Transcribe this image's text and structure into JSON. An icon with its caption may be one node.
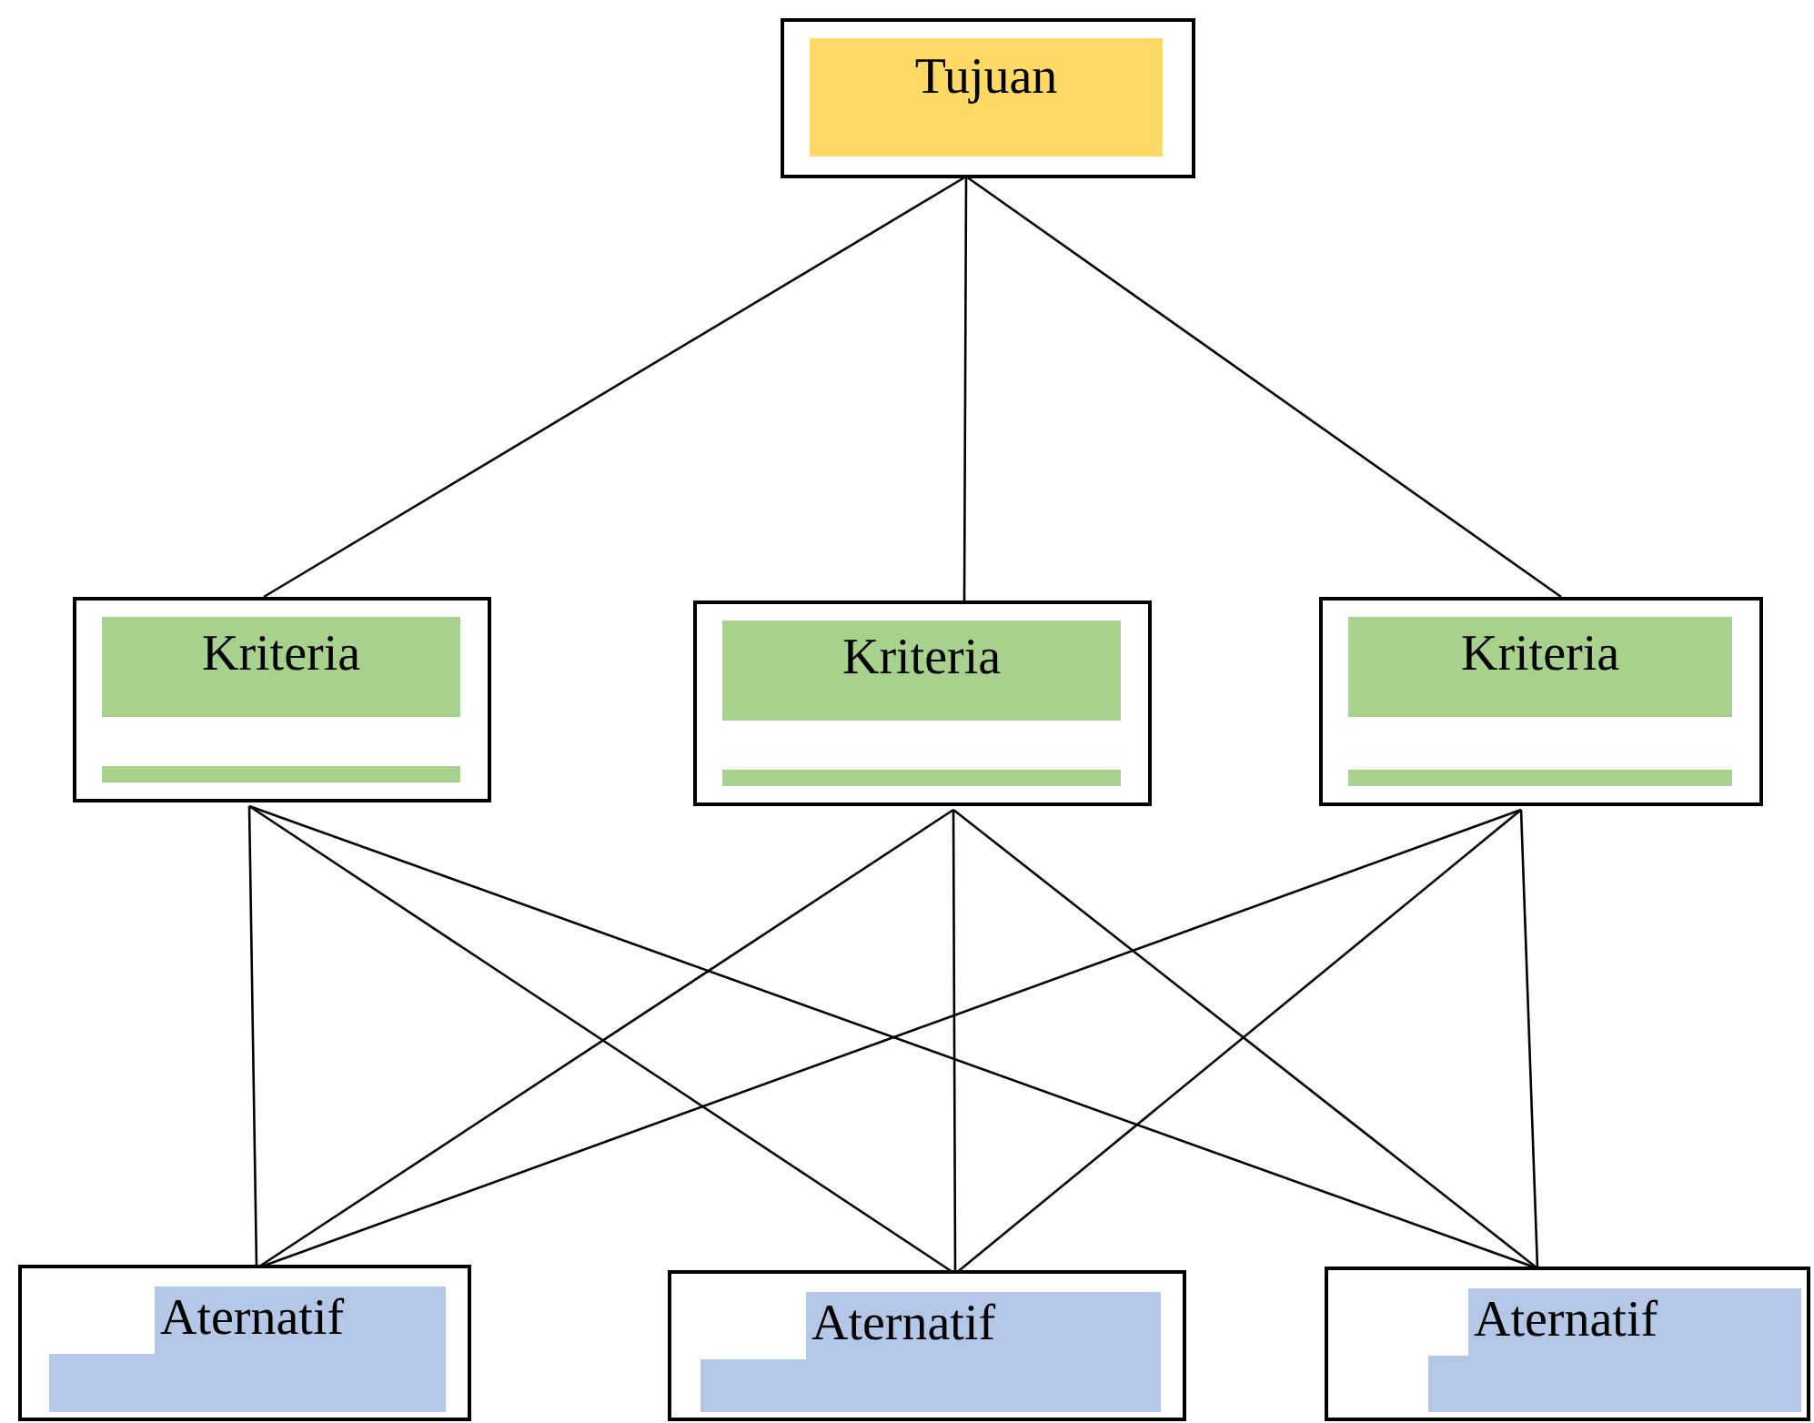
{
  "diagram": {
    "nodes": [
      {
        "text": [
          "Tujuan"
        ]
      },
      {
        "text": [
          "Kriteria"
        ]
      },
      {
        "text": [
          "Kriteria"
        ]
      },
      {
        "text": [
          "Kriteria"
        ]
      },
      {
        "text": [
          "Aternatif"
        ]
      },
      {
        "text": [
          "Aternatif"
        ]
      },
      {
        "text": [
          "Aternatif"
        ]
      }
    ],
    "edges": [
      {
        "from": 0,
        "to": 1,
        "arrow": "none"
      },
      {
        "from": 0,
        "to": 2,
        "arrow": "none"
      },
      {
        "from": 0,
        "to": 3,
        "arrow": "none"
      },
      {
        "from": 1,
        "to": 4,
        "arrow": "none"
      },
      {
        "from": 1,
        "to": 5,
        "arrow": "none"
      },
      {
        "from": 1,
        "to": 6,
        "arrow": "none"
      },
      {
        "from": 2,
        "to": 4,
        "arrow": "none"
      },
      {
        "from": 2,
        "to": 5,
        "arrow": "none"
      },
      {
        "from": 2,
        "to": 6,
        "arrow": "none"
      },
      {
        "from": 3,
        "to": 4,
        "arrow": "none"
      },
      {
        "from": 3,
        "to": 5,
        "arrow": "none"
      },
      {
        "from": 3,
        "to": 6,
        "arrow": "none"
      }
    ]
  }
}
